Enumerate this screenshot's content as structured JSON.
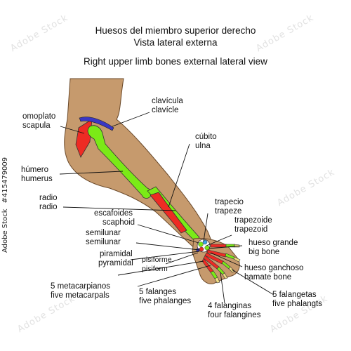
{
  "titles": {
    "es_line1": "Huesos del miembro superior derecho",
    "es_line2": "Vista lateral externa",
    "en_line": "Right upper limb bones external lateral view"
  },
  "labels": {
    "clavicle_es": "clavícula",
    "clavicle_en": "clavícle",
    "scapula_es": "omoplato",
    "scapula_en": "scapula",
    "ulna_es": "cúbito",
    "ulna_en": "ulna",
    "humerus_es": "húmero",
    "humerus_en": "humerus",
    "radius_es": "radio",
    "radius_en": "radio",
    "scaphoid_es": "escafoides",
    "scaphoid_en": "scaphoid",
    "trapezium_es": "trapecio",
    "trapezium_en": "trapeze",
    "trapezoid_es": "trapezoide",
    "trapezoid_en": "trapezoid",
    "lunate_es": "semilunar",
    "lunate_en": "semilunar",
    "capitate_es": "hueso grande",
    "capitate_en": "big bone",
    "triquetrum_es": "piramidal",
    "triquetrum_en": "pyramidal",
    "pisiform_es": "pisiforme",
    "pisiform_en": "pisiform",
    "hamate_es": "hueso ganchoso",
    "hamate_en": "hamate bone",
    "metacarpals_es": "5 metacarpianos",
    "metacarpals_en": "five metacarpals",
    "phalanges_es": "5 falanges",
    "phalanges_en": "five phalanges",
    "falangines_es": "4 falanginas",
    "falangines_en": "four falangines",
    "falangetas_es": "5 falangetas",
    "falangetas_en": "five phalangts"
  },
  "watermark": {
    "text": "Adobe Stock",
    "id": "#415479009"
  },
  "colors": {
    "skin": "#c69a6d",
    "bone": "#7bea17",
    "muscle_red": "#ee2b24",
    "clavicle_blue": "#3a37c4",
    "nail": "#f0dc84",
    "joint_blue": "#3aa6e8"
  }
}
